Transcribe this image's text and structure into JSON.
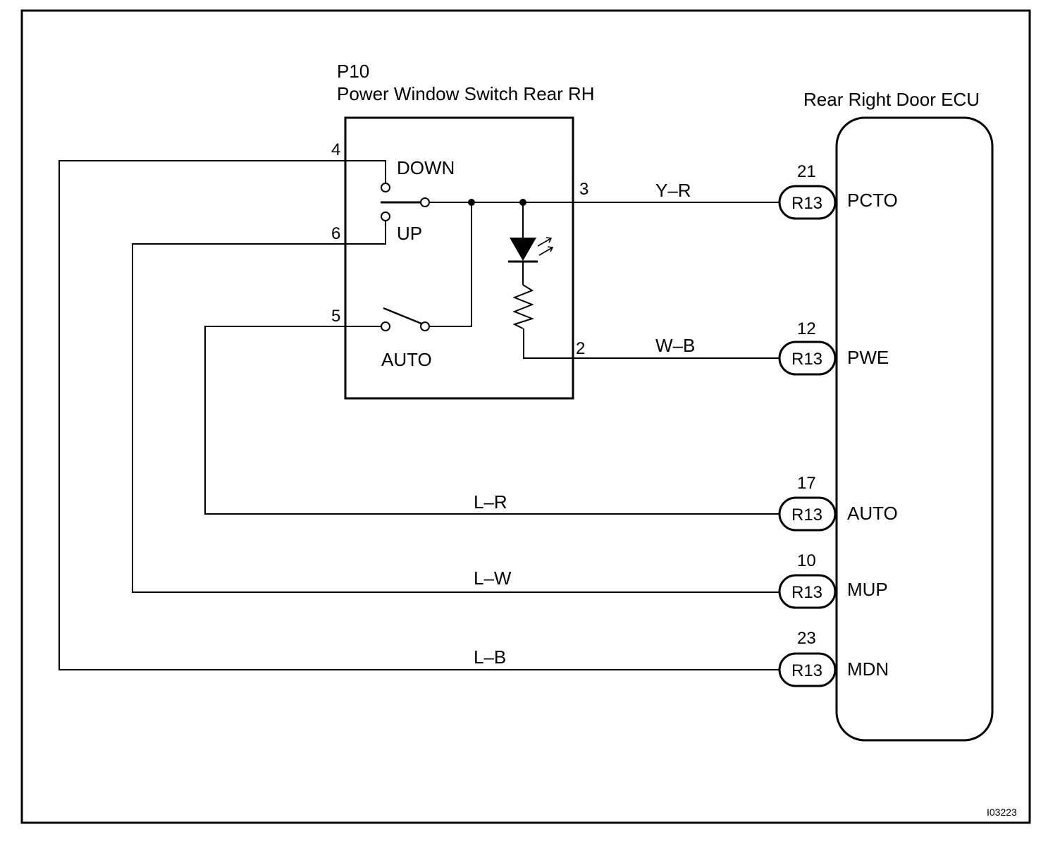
{
  "switch": {
    "code": "P10",
    "name": "Power Window Switch Rear RH",
    "labels": {
      "down": "DOWN",
      "up": "UP",
      "auto": "AUTO"
    },
    "pins": {
      "p4": "4",
      "p6": "6",
      "p5": "5",
      "p3": "3",
      "p2": "2"
    }
  },
  "ecu": {
    "name": "Rear Right Door ECU",
    "connector": "R13",
    "terminals": [
      {
        "pin": "21",
        "name": "PCTO",
        "wire": "Y–R"
      },
      {
        "pin": "12",
        "name": "PWE",
        "wire": "W–B"
      },
      {
        "pin": "17",
        "name": "AUTO",
        "wire": "L–R"
      },
      {
        "pin": "10",
        "name": "MUP",
        "wire": "L–W"
      },
      {
        "pin": "23",
        "name": "MDN",
        "wire": "L–B"
      }
    ]
  },
  "figure_code": "I03223"
}
